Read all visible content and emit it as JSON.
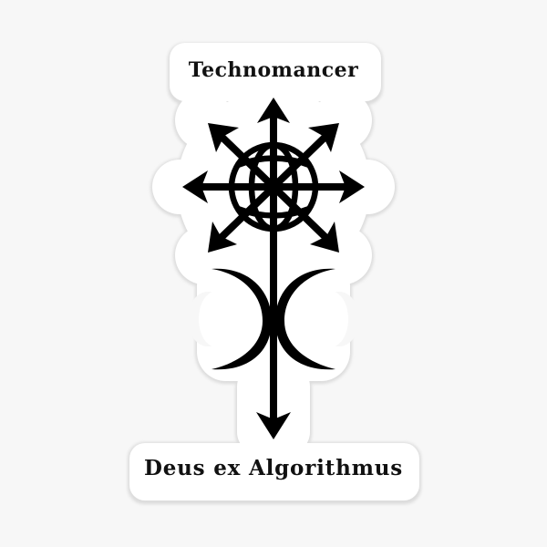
{
  "sticker": {
    "title_top": "Technomancer",
    "title_bottom": "Deus ex Algorithmus",
    "symbol": "globe-chaos-star-sigil",
    "colors": {
      "background": "#f7f7f7",
      "sticker_fill": "#ffffff",
      "sticker_edge": "#e2e2e2",
      "ink": "#000000"
    }
  }
}
